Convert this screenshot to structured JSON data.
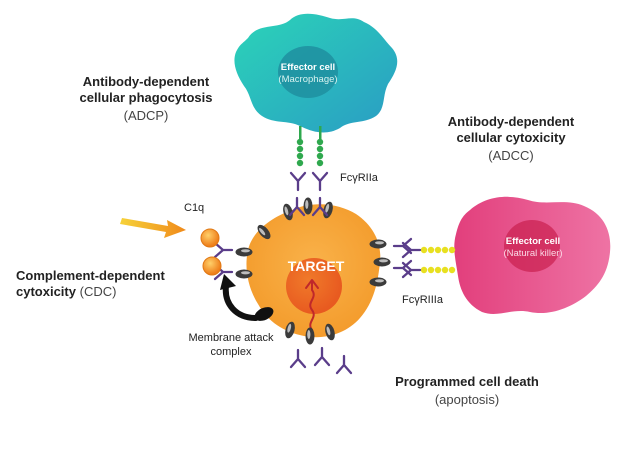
{
  "labels": {
    "adcp_title_1": "Antibody-dependent",
    "adcp_title_2": "cellular phagocytosis",
    "adcp_abbr": "(ADCP)",
    "adcc_title_1": "Antibody-dependent",
    "adcc_title_2": "cellular cytoxicity",
    "adcc_abbr": "(ADCC)",
    "cdc_title_1": "Complement-dependent",
    "cdc_title_2_prefix": "cytoxicity",
    "cdc_abbr": "(CDC)",
    "pcd_title": "Programmed cell death",
    "pcd_sub": "(apoptosis)",
    "c1q": "C1q",
    "fcgr2a": "FcγRIIa",
    "fcgr3a": "FcγRIIIa",
    "mac_1": "Membrane attack",
    "mac_2": "complex",
    "target": "TARGET"
  },
  "cells": {
    "macrophage_title": "Effector cell",
    "macrophage_sub": "(Macrophage)",
    "nk_title": "Effector cell",
    "nk_sub": "(Natural killer)"
  },
  "colors": {
    "macrophage": "#2fb8b0",
    "nk": "#e64a88",
    "target": "#f7a33a",
    "antibody": "#5a3d8a",
    "receptor_green": "#2fa84e",
    "receptor_yellow": "#e8e020",
    "complement": "#f19a2a",
    "arrow": "#f2b21c"
  }
}
